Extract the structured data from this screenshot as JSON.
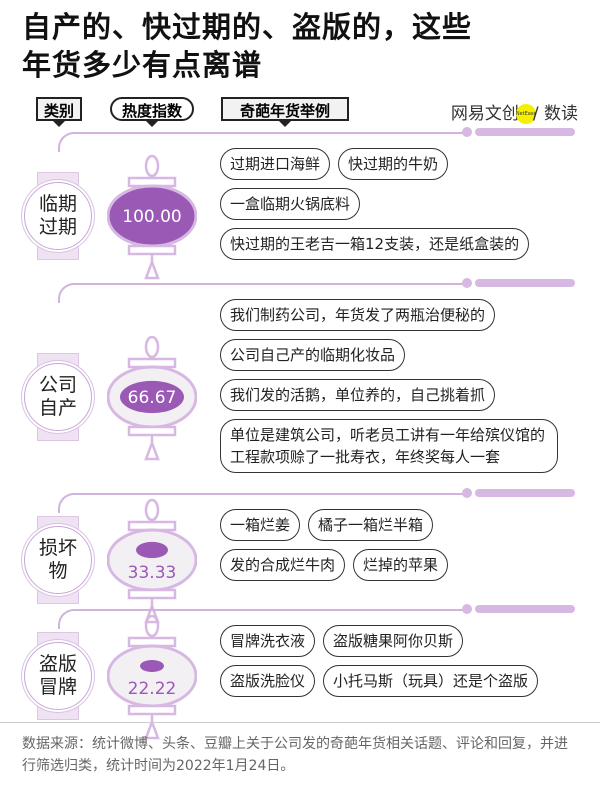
{
  "title": [
    "自产的、快过期的、盗版的，这些",
    "年货多少有点离谱"
  ],
  "headers": {
    "category": "类别",
    "heat": "热度指数",
    "examples": "奇葩年货举例"
  },
  "logo": {
    "left": "网易文创",
    "mid": "NetEase",
    "right": "/ 数读"
  },
  "colors": {
    "accent": "#9b59b6",
    "light": "#d7b8e2"
  },
  "sections": [
    {
      "category": [
        "临期",
        "过期"
      ],
      "heat": 100.0,
      "heat_label": "100.00",
      "examples": [
        [
          "过期进口海鲜",
          "快过期的牛奶"
        ],
        [
          "一盒临期火锅底料"
        ],
        [
          "快过期的王老吉一箱12支装，还是纸盒装的"
        ]
      ]
    },
    {
      "category": [
        "公司",
        "自产"
      ],
      "heat": 66.67,
      "heat_label": "66.67",
      "examples": [
        [
          "我们制药公司，年货发了两瓶治便秘的"
        ],
        [
          "公司自己产的临期化妆品"
        ],
        [
          "我们发的活鹅，单位养的，自己挑着抓"
        ],
        [
          "单位是建筑公司，听老员工讲有一年给殡仪馆的工程款项赊了一批寿衣，年终奖每人一套"
        ]
      ]
    },
    {
      "category": [
        "损坏",
        "物"
      ],
      "heat": 33.33,
      "heat_label": "33.33",
      "examples": [
        [
          "一箱烂姜",
          "橘子一箱烂半箱"
        ],
        [
          "发的合成烂牛肉",
          "烂掉的苹果"
        ]
      ]
    },
    {
      "category": [
        "盗版",
        "冒牌"
      ],
      "heat": 22.22,
      "heat_label": "22.22",
      "examples": [
        [
          "冒牌洗衣液",
          "盗版糖果阿你贝斯"
        ],
        [
          "盗版洗脸仪",
          "小托马斯（玩具）还是个盗版"
        ]
      ]
    }
  ],
  "footer": "数据来源：统计微博、头条、豆瓣上关于公司发的奇葩年货相关话题、评论和回复，并进行筛选归类，统计时间为2022年1月24日。"
}
